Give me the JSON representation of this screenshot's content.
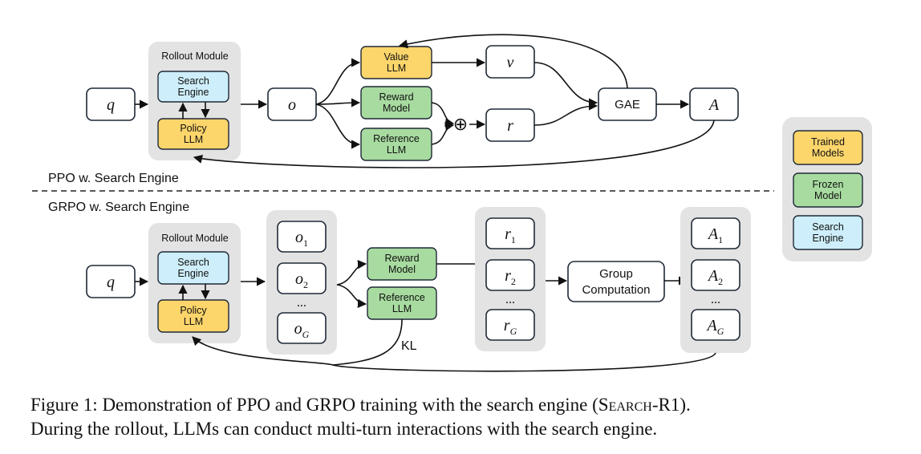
{
  "ppo": {
    "section_title": "PPO w. Search Engine",
    "query": "q",
    "rollout_title": "Rollout Module",
    "search_engine": [
      "Search",
      "Engine"
    ],
    "policy_llm": [
      "Policy",
      "LLM"
    ],
    "output": "o",
    "value_llm": [
      "Value",
      "LLM"
    ],
    "reward_model": [
      "Reward",
      "Model"
    ],
    "reference_llm": [
      "Reference",
      "LLM"
    ],
    "combine_symbol": "⊕",
    "value": "v",
    "reward": "r",
    "gae": "GAE",
    "advantage": "A"
  },
  "grpo": {
    "section_title": "GRPO w. Search Engine",
    "query": "q",
    "rollout_title": "Rollout Module",
    "search_engine": [
      "Search",
      "Engine"
    ],
    "policy_llm": [
      "Policy",
      "LLM"
    ],
    "outputs": [
      {
        "base": "o",
        "sub": "1"
      },
      {
        "base": "o",
        "sub": "2"
      },
      {
        "base": "o",
        "sub": "G"
      }
    ],
    "reward_model": [
      "Reward",
      "Model"
    ],
    "reference_llm": [
      "Reference",
      "LLM"
    ],
    "kl_label": "KL",
    "rewards": [
      {
        "base": "r",
        "sub": "1"
      },
      {
        "base": "r",
        "sub": "2"
      },
      {
        "base": "r",
        "sub": "G"
      }
    ],
    "group_computation": [
      "Group",
      "Computation"
    ],
    "advantages": [
      {
        "base": "A",
        "sub": "1"
      },
      {
        "base": "A",
        "sub": "2"
      },
      {
        "base": "A",
        "sub": "G"
      }
    ],
    "ellipsis": "..."
  },
  "legend": {
    "trained": [
      "Trained",
      "Models"
    ],
    "frozen": [
      "Frozen",
      "Model"
    ],
    "search": [
      "Search",
      "Engine"
    ]
  },
  "caption": {
    "line1_prefix": "Figure 1: Demonstration of PPO and GRPO training with the search engine (",
    "smallcaps_name": "Search",
    "line1_suffix": "-R1).",
    "line2": "During the rollout, LLMs can conduct multi-turn interactions with the search engine."
  },
  "colors": {
    "trained": "#fcd56b",
    "frozen": "#a8dba0",
    "search": "#cdeefa",
    "panel": "#e3e3e3"
  }
}
